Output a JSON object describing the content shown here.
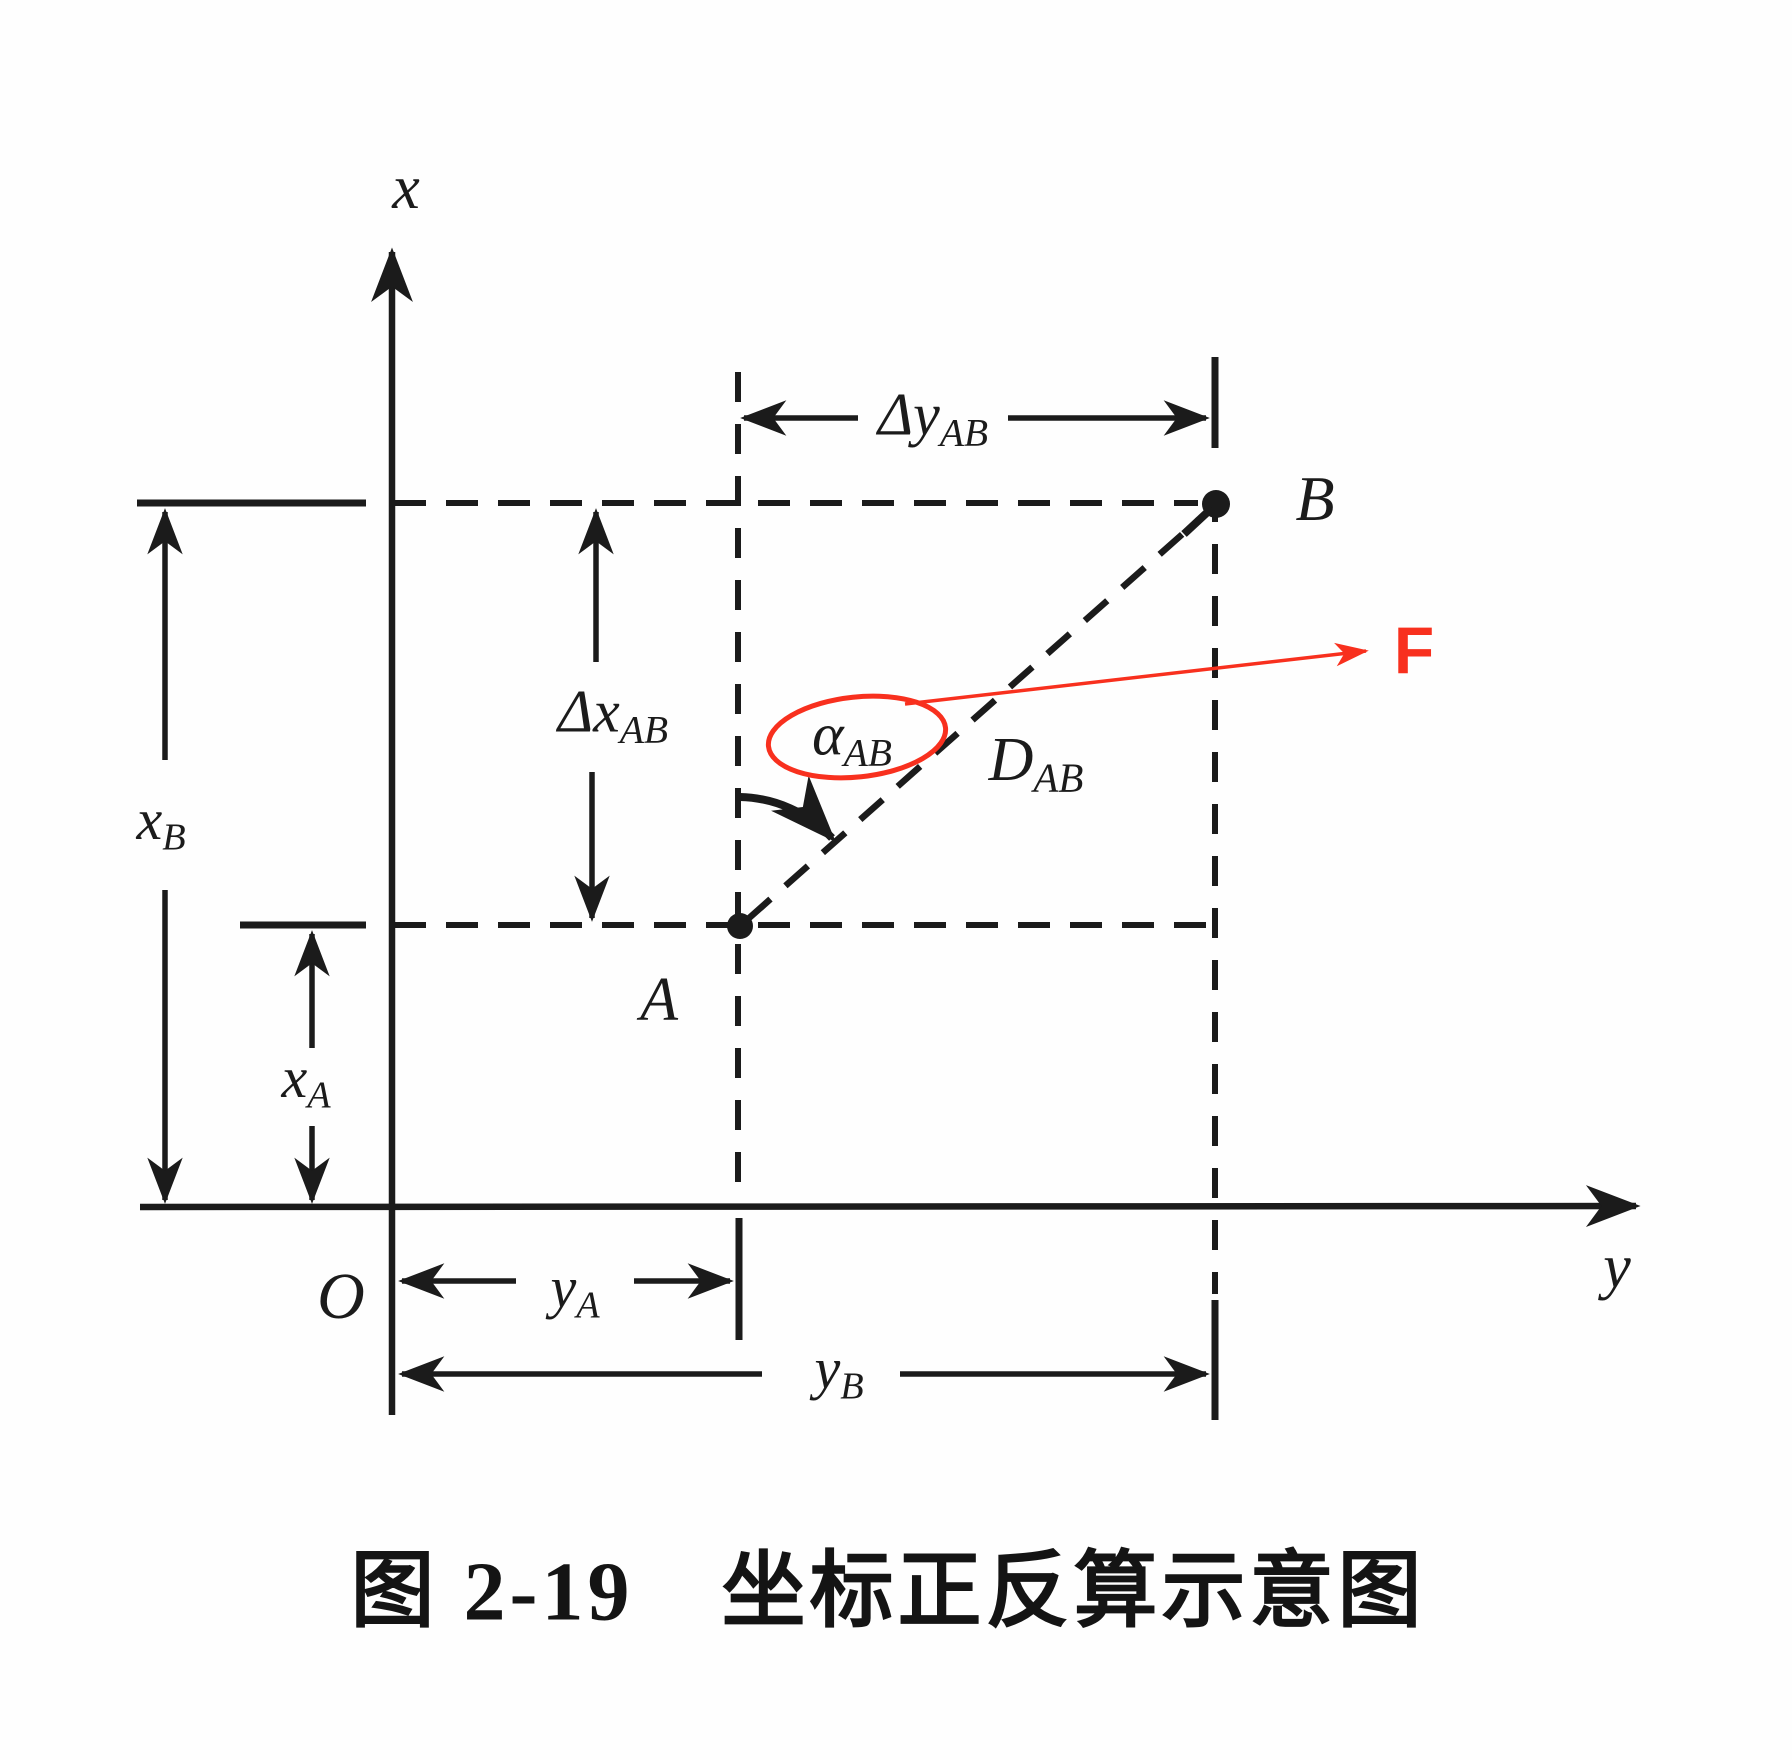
{
  "figure": {
    "caption": "图 2-19　坐标正反算示意图",
    "axes": {
      "x_label": "x",
      "y_label": "y",
      "origin_label": "O"
    },
    "points": {
      "a_label": "A",
      "b_label": "B"
    },
    "dimensions": {
      "delta_y": {
        "base": "Δy",
        "sub": "AB"
      },
      "delta_x": {
        "base": "Δx",
        "sub": "AB"
      },
      "x_b": {
        "base": "x",
        "sub": "B"
      },
      "x_a": {
        "base": "x",
        "sub": "A"
      },
      "y_a": {
        "base": "y",
        "sub": "A"
      },
      "y_b": {
        "base": "y",
        "sub": "B"
      }
    },
    "bearing": {
      "base": "α",
      "sub": "AB"
    },
    "distance": {
      "base": "D",
      "sub": "AB"
    },
    "annotation": {
      "f_label": "F",
      "red_color": "#f8301e"
    },
    "ink_color": "#1b1b1b"
  }
}
